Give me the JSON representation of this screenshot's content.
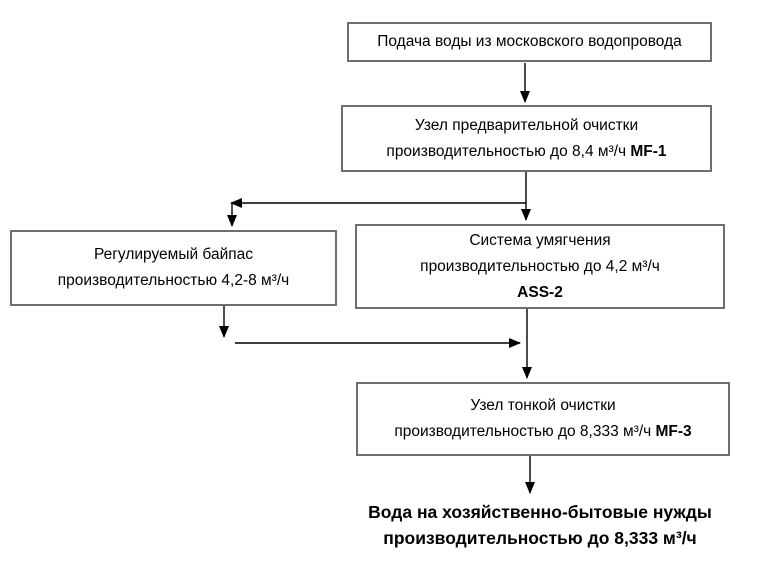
{
  "diagram": {
    "boxes": [
      {
        "id": "water-supply",
        "lines": [
          [
            {
              "t": "Подача воды из московского водопровода"
            }
          ]
        ]
      },
      {
        "id": "pretreatment-mf1",
        "lines": [
          [
            {
              "t": "Узел предварительной очистки"
            }
          ],
          [
            {
              "t": "производительностью до 8,4 м³/ч "
            },
            {
              "t": "MF-1",
              "b": true
            }
          ]
        ]
      },
      {
        "id": "bypass",
        "lines": [
          [
            {
              "t": "Регулируемый байпас"
            }
          ],
          [
            {
              "t": "производительностью 4,2-8 м³/ч"
            }
          ]
        ]
      },
      {
        "id": "softening-ass2",
        "lines": [
          [
            {
              "t": "Система умягчения"
            }
          ],
          [
            {
              "t": "производительностью до 4,2 м³/ч"
            }
          ],
          [
            {
              "t": "ASS-2",
              "b": true
            }
          ]
        ]
      },
      {
        "id": "fine-treatment-mf3",
        "lines": [
          [
            {
              "t": "Узел тонкой очистки"
            }
          ],
          [
            {
              "t": "производительностью до 8,333 м³/ч "
            },
            {
              "t": "MF-3",
              "b": true
            }
          ]
        ]
      }
    ],
    "output": {
      "lines": [
        [
          {
            "t": "Вода на хозяйственно-бытовые нужды",
            "b": true
          }
        ],
        [
          {
            "t": "производительностью до 8,333 м³/ч",
            "b": true
          }
        ]
      ]
    }
  },
  "colors": {
    "background": "#ffffff",
    "box_border": "#6e6e6e",
    "connector": "#000000",
    "text": "#000000"
  }
}
